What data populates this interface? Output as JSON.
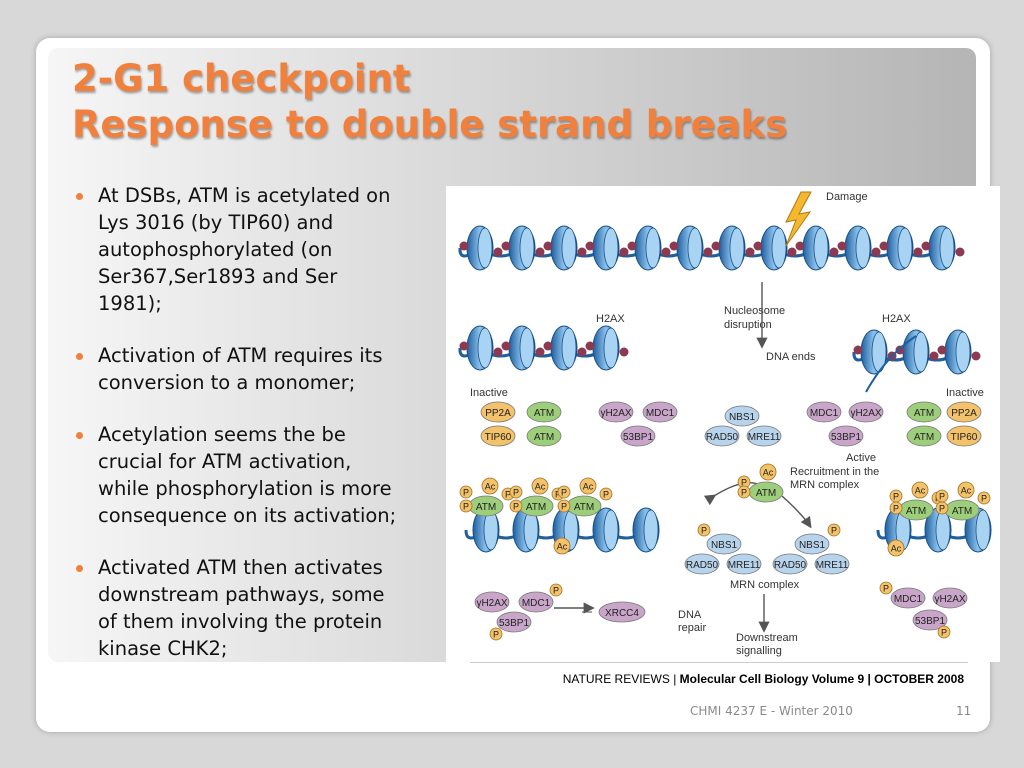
{
  "slide": {
    "title_line1": "2-G1 checkpoint",
    "title_line2": "Response to double strand breaks",
    "bullets": [
      "At DSBs, ATM is acetylated on\nLys 3016 (by TIP60) and\nautophosphorylated (on\nSer367,Ser1893 and Ser\n1981);",
      "Activation of ATM requires its\nconversion to a monomer;",
      "Acetylation seems the be\ncrucial for ATM activation,\nwhile phosphorylation is more\nconsequence on its activation;",
      "Activated ATM then activates\ndownstream pathways, some\nof them involving the protein\nkinase CHK2;"
    ],
    "citation_prefix": "NATURE REVIEWS | ",
    "citation_bold": "Molecular Cell Biology Volume 9 | OCTOBER 2008",
    "footer_course": "CHMI 4237 E - Winter 2010",
    "page_number": "11",
    "accent_color": "#f0803c"
  },
  "figure": {
    "damage": "Damage",
    "h2ax_left": "H2AX",
    "h2ax_right": "H2AX",
    "nucleosome_disruption": "Nucleosome\ndisruption",
    "dna_ends": "DNA ends",
    "inactive_left": "Inactive",
    "inactive_right": "Inactive",
    "pp2a": "PP2A",
    "atm": "ATM",
    "tip60": "TIP60",
    "gh2ax": "γH2AX",
    "mdc1": "MDC1",
    "bp53": "53BP1",
    "nbs1": "NBS1",
    "rad50": "RAD50",
    "mre11": "MRE11",
    "active": "Active",
    "recruitment": "Recruitment in the\nMRN complex",
    "ac": "Ac",
    "p": "P",
    "mrn_complex": "MRN complex",
    "xrcc4": "XRCC4",
    "dna_repair": "DNA\nrepair",
    "downstream": "Downstream\nsignalling"
  }
}
